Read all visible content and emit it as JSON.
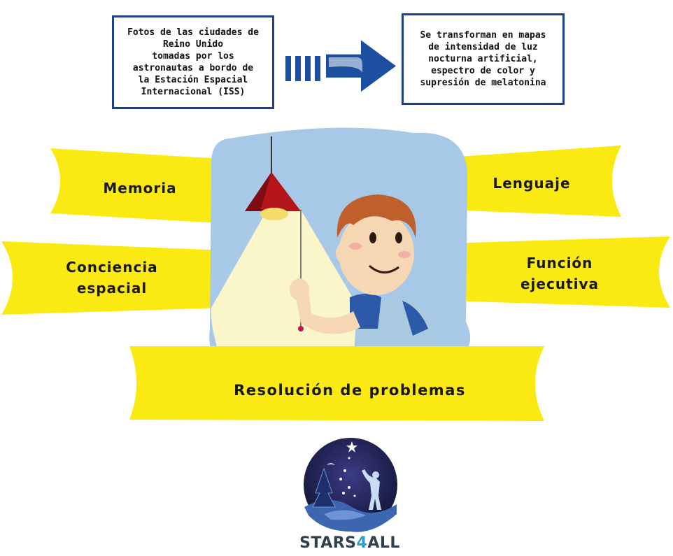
{
  "boxes": {
    "left_text": "Fotos de las ciudades de\nReino Unido\ntomadas por los\nastronautas a bordo de\nla Estación Espacial\nInternacional (ISS)",
    "right_text": "Se transforman en mapas\nde intensidad de luz\nnocturna artificial,\nespectro de color y\nsupresión de melatonina"
  },
  "ribbons": {
    "memoria": "Memoria",
    "lenguaje": "Lenguaje",
    "conciencia": "Conciencia\nespacial",
    "funcion": "Función\nejecutiva",
    "resolucion": "Resolución de problemas"
  },
  "brand": {
    "prefix": "STARS",
    "number": "4",
    "suffix": "ALL"
  },
  "colors": {
    "box_border": "#1d3f8f",
    "arrow": "#1d4fa0",
    "ribbon": "#fbea12",
    "sky": "#a8c8e8",
    "light_cone": "#fbf6c9",
    "lamp": "#b3151b",
    "logo_bg": "#1b1f4a",
    "brand_text": "#2f3f4d",
    "brand_accent": "#2a9fc7"
  }
}
